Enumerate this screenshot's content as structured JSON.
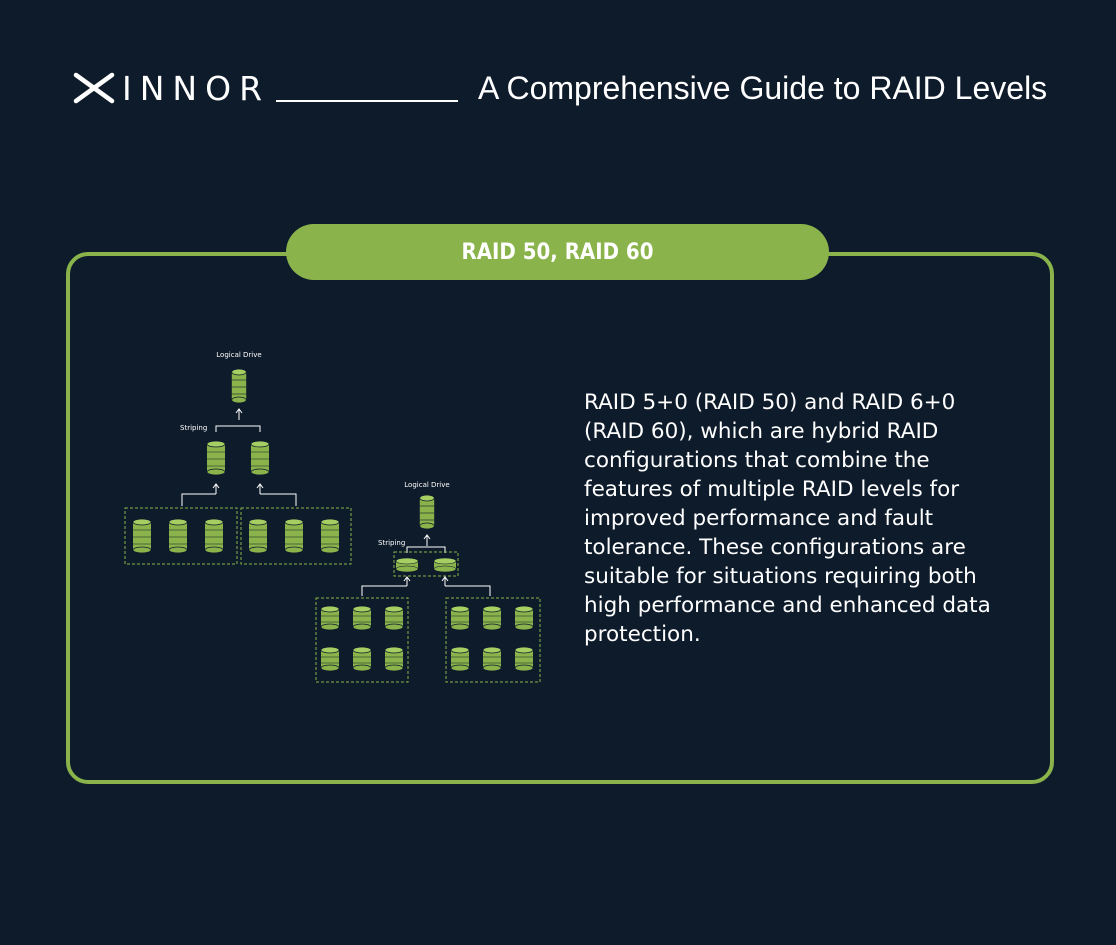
{
  "brand": {
    "logo_text": "INNOR"
  },
  "header": {
    "title": "A Comprehensive Guide to RAID Levels"
  },
  "card": {
    "title": "RAID 50, RAID 60",
    "description": "RAID 5+0 (RAID 50) and RAID 6+0 (RAID 60), which are hybrid RAID configurations that combine the features of multiple RAID levels for improved performance and fault tolerance. These configurations are suitable for situations requiring both high performance and enhanced data protection."
  },
  "diagrams": {
    "raid50": {
      "logical_drive_label": "Logical Drive",
      "striping_label": "Striping"
    },
    "raid60": {
      "logical_drive_label": "Logical Drive",
      "striping_label": "Striping"
    }
  },
  "colors": {
    "background": "#0e1b2b",
    "accent": "#8ab44b",
    "text": "#ffffff"
  }
}
